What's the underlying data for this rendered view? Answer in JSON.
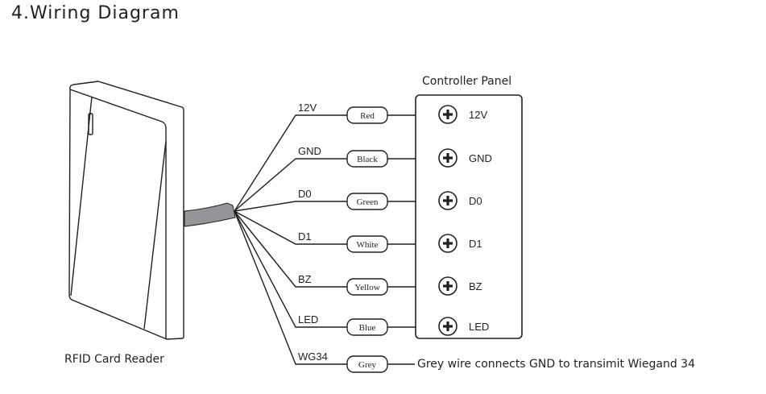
{
  "title": "4.Wiring Diagram",
  "reader": {
    "caption": "RFID Card Reader",
    "cable_color": "#939598"
  },
  "controller": {
    "title": "Controller Panel"
  },
  "wires": [
    {
      "signal": "12V",
      "color_label": "Red",
      "terminal": "12V"
    },
    {
      "signal": "GND",
      "color_label": "Black",
      "terminal": "GND"
    },
    {
      "signal": "D0",
      "color_label": "Green",
      "terminal": "D0"
    },
    {
      "signal": "D1",
      "color_label": "White",
      "terminal": "D1"
    },
    {
      "signal": "BZ",
      "color_label": "Yellow",
      "terminal": "BZ"
    },
    {
      "signal": "LED",
      "color_label": "Blue",
      "terminal": "LED"
    },
    {
      "signal": "WG34",
      "color_label": "Grey",
      "terminal": null
    }
  ],
  "note": "Grey wire connects GND to transimit Wiegand 34"
}
